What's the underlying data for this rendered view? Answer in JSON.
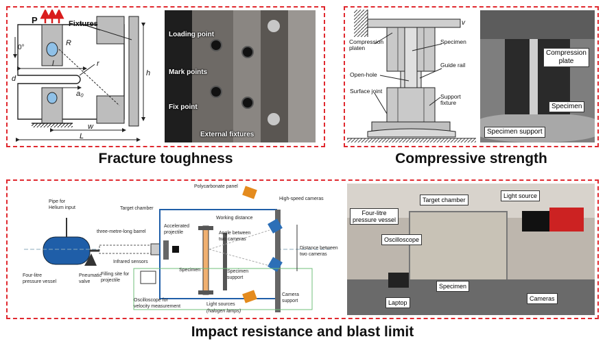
{
  "panels": {
    "fracture": {
      "caption": "Fracture toughness",
      "diagram": {
        "P": "P",
        "angle": "0°",
        "R": "R",
        "r": "r",
        "l": "l",
        "d": "d",
        "a0": "a₀",
        "h": "h",
        "w": "w",
        "L": "L",
        "fixtures": "Fixtures"
      },
      "photo": {
        "loading_point": "Loading point",
        "mark_points": "Mark points",
        "fix_point": "Fix point",
        "external_fixtures": "External fixtures"
      }
    },
    "compressive": {
      "caption": "Compressive strength",
      "diagram": {
        "v": "v",
        "compression_platen": "Compression\nplaten",
        "specimen": "Specimen",
        "guide_rail": "Guide rail",
        "open_hole": "Open-hole",
        "surface_joint": "Surface joint",
        "support_fixture": "Support\nfixture"
      },
      "photo": {
        "compression_plate": "Compression\nplate",
        "specimen": "Specimen",
        "specimen_support": "Specimen support"
      }
    },
    "impact": {
      "caption": "Impact resistance and blast limit",
      "diagram": {
        "pipe_helium": "Pipe for\nHelium input",
        "pressure_vessel": "Four-litre\npressure vessel",
        "pneumatic_valve": "Pneumatic\nvalve",
        "barrel": "three-metre-long barrel",
        "infrared_sensors": "Infrared sensors",
        "filling_site": "Filling site for\nprojectile",
        "target_chamber": "Target chamber",
        "polycarbonate_panel": "Polycarbonate panel",
        "working_distance": "Working distance",
        "high_speed_cameras": "High-speed cameras",
        "accelerated_projectile": "Accelerated\nprojectile",
        "angle_between": "Angle between\ntwo cameras",
        "distance_between": "Distance between\ntwo cameras",
        "specimen": "Specimen",
        "specimen_support": "Specimen\nsupport",
        "camera_support": "Camera\nsupport",
        "oscilloscope": "Oscilloscope for\nvelocity measurement",
        "light_sources": "Light sources",
        "halogen": "(halogen lamps)"
      },
      "photo": {
        "pressure_vessel": "Four-litre\npressure vessel",
        "target_chamber": "Target chamber",
        "light_source": "Light source",
        "oscilloscope": "Oscilloscope",
        "specimen": "Specimen",
        "laptop": "Laptop",
        "cameras": "Cameras"
      }
    }
  }
}
